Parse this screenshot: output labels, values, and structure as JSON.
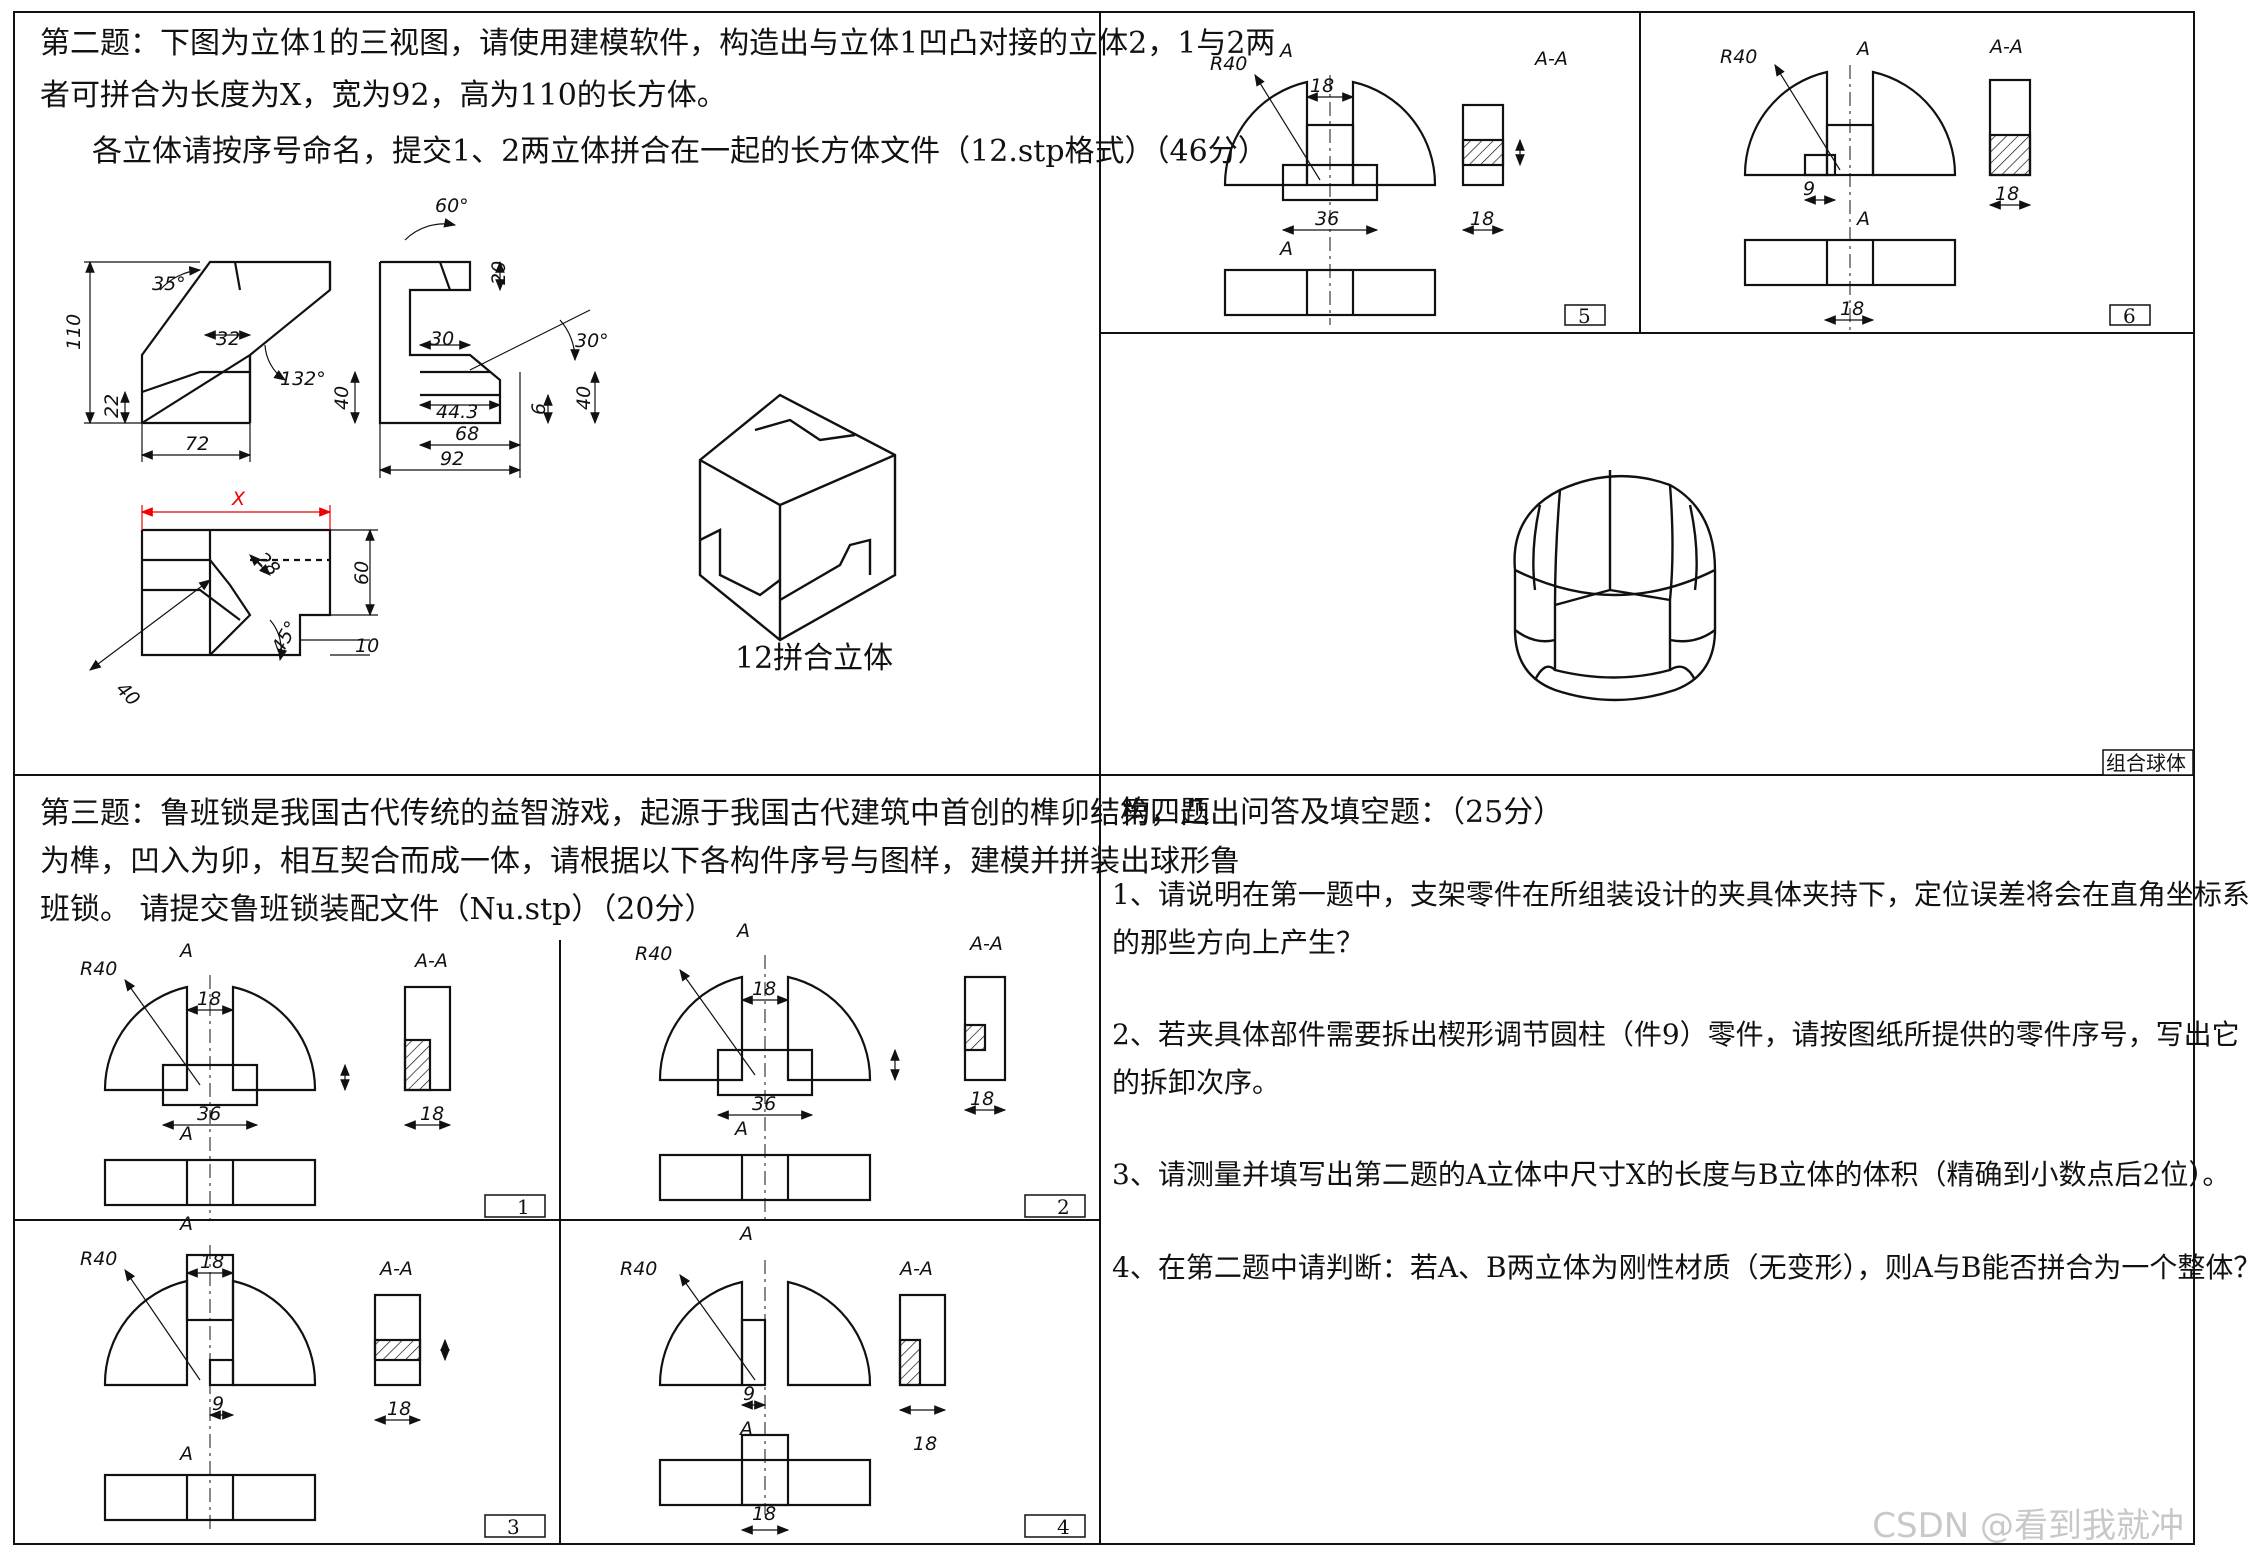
{
  "q2": {
    "line1": "第二题：下图为立体1的三视图，请使用建模软件，构造出与立体1凹凸对接的立体2，1与2两",
    "line2": "者可拼合为长度为X，宽为92，高为110的长方体。",
    "line3": "各立体请按序号命名，提交1、2两立体拼合在一起的长方体文件（12.stp格式）（46分）",
    "caption": "12拼合立体",
    "dims": {
      "d110": "110",
      "d35": "35°",
      "d32": "32",
      "d132": "132°",
      "d22": "22",
      "d72": "72",
      "d60a": "60°",
      "d20": "20",
      "d30": "30",
      "d30deg": "30°",
      "d40a": "40",
      "d40b": "40",
      "d6": "6",
      "d44": "44.3",
      "d68": "68",
      "d92": "92",
      "dx": "X",
      "d28": "28",
      "d60": "60",
      "d45": "45°",
      "d10": "10",
      "d40c": "40"
    }
  },
  "q3": {
    "line1": "第三题：鲁班锁是我国古代传统的益智游戏，起源于我国古代建筑中首创的榫卯结构，凸出",
    "line2": "为榫，凹入为卯，相互契合而成一体，请根据以下各构件序号与图样，建模并拼装出球形鲁",
    "line3": "班锁。 请提交鲁班锁装配文件（Nu.stp）（20分）"
  },
  "parts": {
    "r40": "R40",
    "a": "A",
    "aa": "A-A",
    "d18": "18",
    "d9": "9",
    "d36": "36",
    "n1": "1",
    "n2": "2",
    "n3": "3",
    "n4": "4",
    "n5": "5",
    "n6": "6"
  },
  "ball": {
    "caption": "组合球体"
  },
  "q4": {
    "title": "第四题　问答及填空题：（25分）",
    "q1a": "1、请说明在第一题中，支架零件在所组装设计的夹具体夹持下，定位误差将会在直角坐标系",
    "q1b": "的那些方向上产生？",
    "q2a": "2、若夹具体部件需要拆出楔形调节圆柱（件9）零件，请按图纸所提供的零件序号，写出它",
    "q2b": "的拆卸次序。",
    "q3a": "3、请测量并填写出第二题的A立体中尺寸X的长度与B立体的体积（精确到小数点后2位）。",
    "q4a": "4、在第二题中请判断：若A、B两立体为刚性材质（无变形），则A与B能否拼合为一个整体？"
  },
  "watermark": "CSDN @看到我就冲"
}
